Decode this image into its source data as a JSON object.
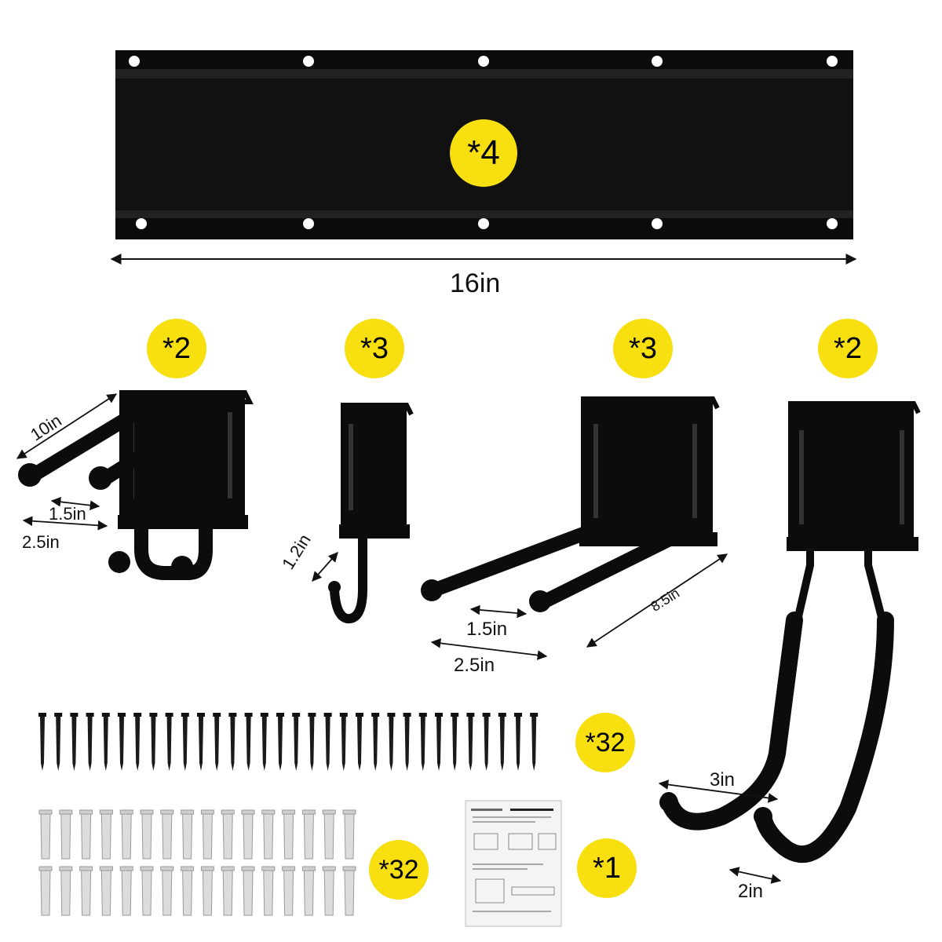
{
  "rail": {
    "quantity": "*4",
    "length_label": "16in"
  },
  "hooks": [
    {
      "quantity": "*2",
      "dims": [
        "10in",
        "1.5in",
        "2.5in"
      ]
    },
    {
      "quantity": "*3",
      "dims": [
        "1.2in"
      ]
    },
    {
      "quantity": "*3",
      "dims": [
        "1.5in",
        "2.5in",
        "8.5in"
      ]
    },
    {
      "quantity": "*2",
      "dims": [
        "3in",
        "2in"
      ]
    }
  ],
  "screws": {
    "quantity": "*32"
  },
  "anchors": {
    "quantity": "*32"
  },
  "manual": {
    "quantity": "*1"
  },
  "colors": {
    "badge": "#f7df10",
    "metal": "#0c0c0c",
    "anchor": "#dcdcdc"
  }
}
